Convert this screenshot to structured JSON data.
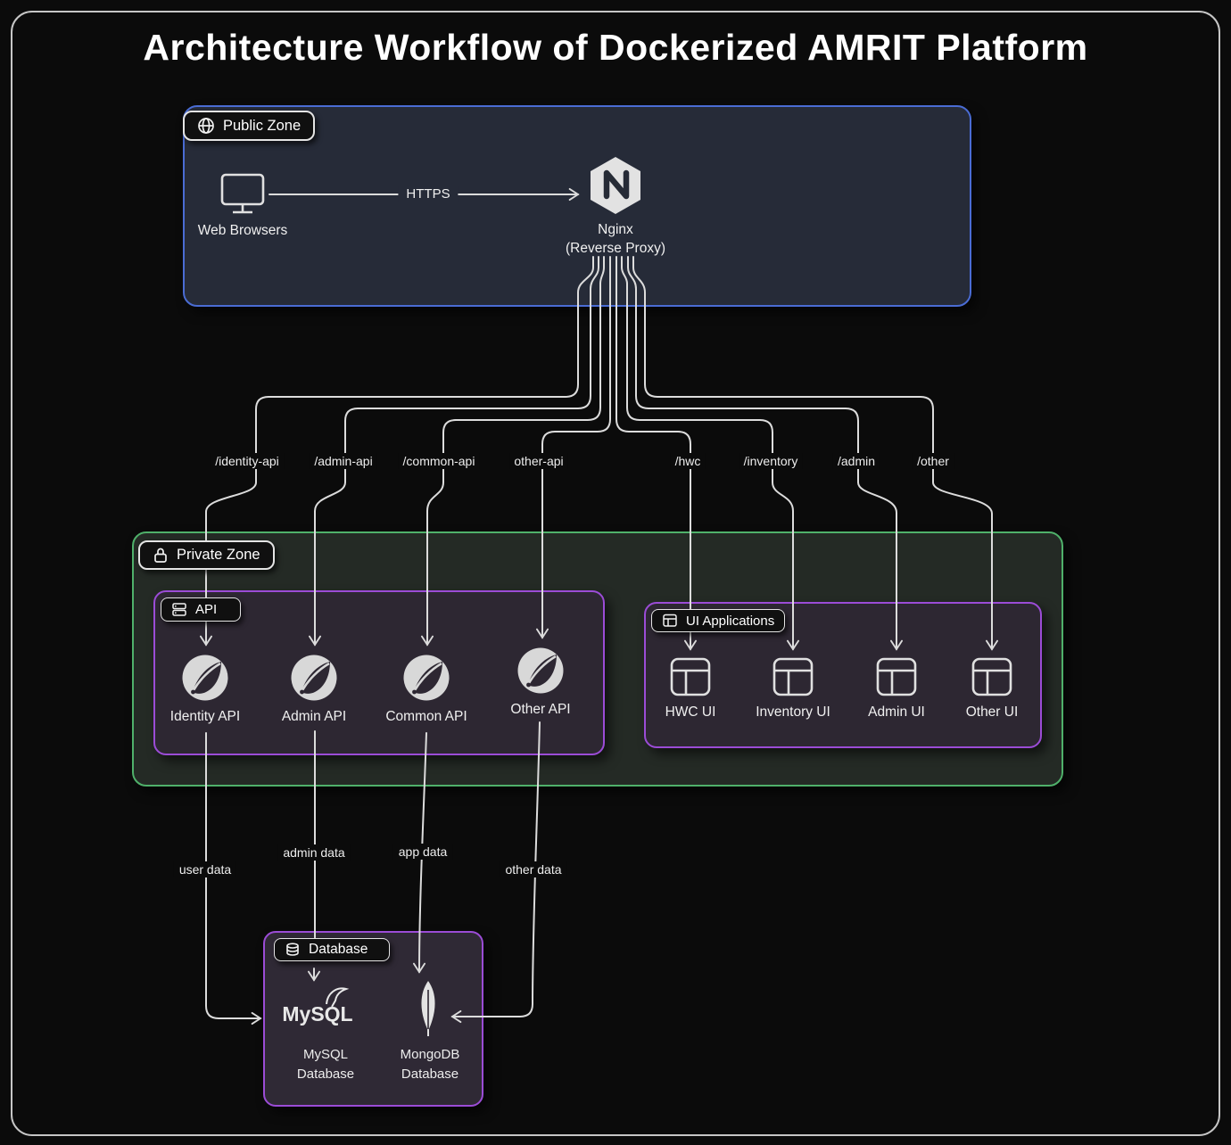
{
  "title": "Architecture Workflow of Dockerized AMRIT Platform",
  "public_zone": {
    "label": "Public Zone",
    "web_browsers": "Web Browsers",
    "https": "HTTPS",
    "nginx_line1": "Nginx",
    "nginx_line2": "(Reverse Proxy)"
  },
  "routes": {
    "identity_api": "/identity-api",
    "admin_api": "/admin-api",
    "common_api": "/common-api",
    "other_api": "other-api",
    "hwc": "/hwc",
    "inventory": "/inventory",
    "admin": "/admin",
    "other": "/other"
  },
  "private_zone": {
    "label": "Private Zone",
    "api_group": {
      "label": "API",
      "items": [
        {
          "label": "Identity API"
        },
        {
          "label": "Admin API"
        },
        {
          "label": "Common API"
        },
        {
          "label": "Other API"
        }
      ]
    },
    "ui_group": {
      "label": "UI Applications",
      "items": [
        {
          "label": "HWC UI"
        },
        {
          "label": "Inventory UI"
        },
        {
          "label": "Admin UI"
        },
        {
          "label": "Other UI"
        }
      ]
    }
  },
  "data_flows": {
    "user": "user data",
    "admin": "admin data",
    "app": "app data",
    "other": "other data"
  },
  "database": {
    "label": "Database",
    "mysql_logo": "MySQL",
    "mysql": {
      "line1": "MySQL",
      "line2": "Database"
    },
    "mongodb": {
      "line1": "MongoDB",
      "line2": "Database"
    }
  },
  "colors": {
    "background": "#0b0b0b",
    "frame_border": "#c6c6c6",
    "public_zone_fill": "#262b38",
    "public_zone_border": "#4a6cd4",
    "private_zone_fill": "#242a25",
    "private_zone_border": "#4fb06a",
    "purple_box_fill": "#2d2732",
    "purple_box_border": "#9b4cd6",
    "wire": "#dcdcdc",
    "text": "#f2f2f2"
  }
}
